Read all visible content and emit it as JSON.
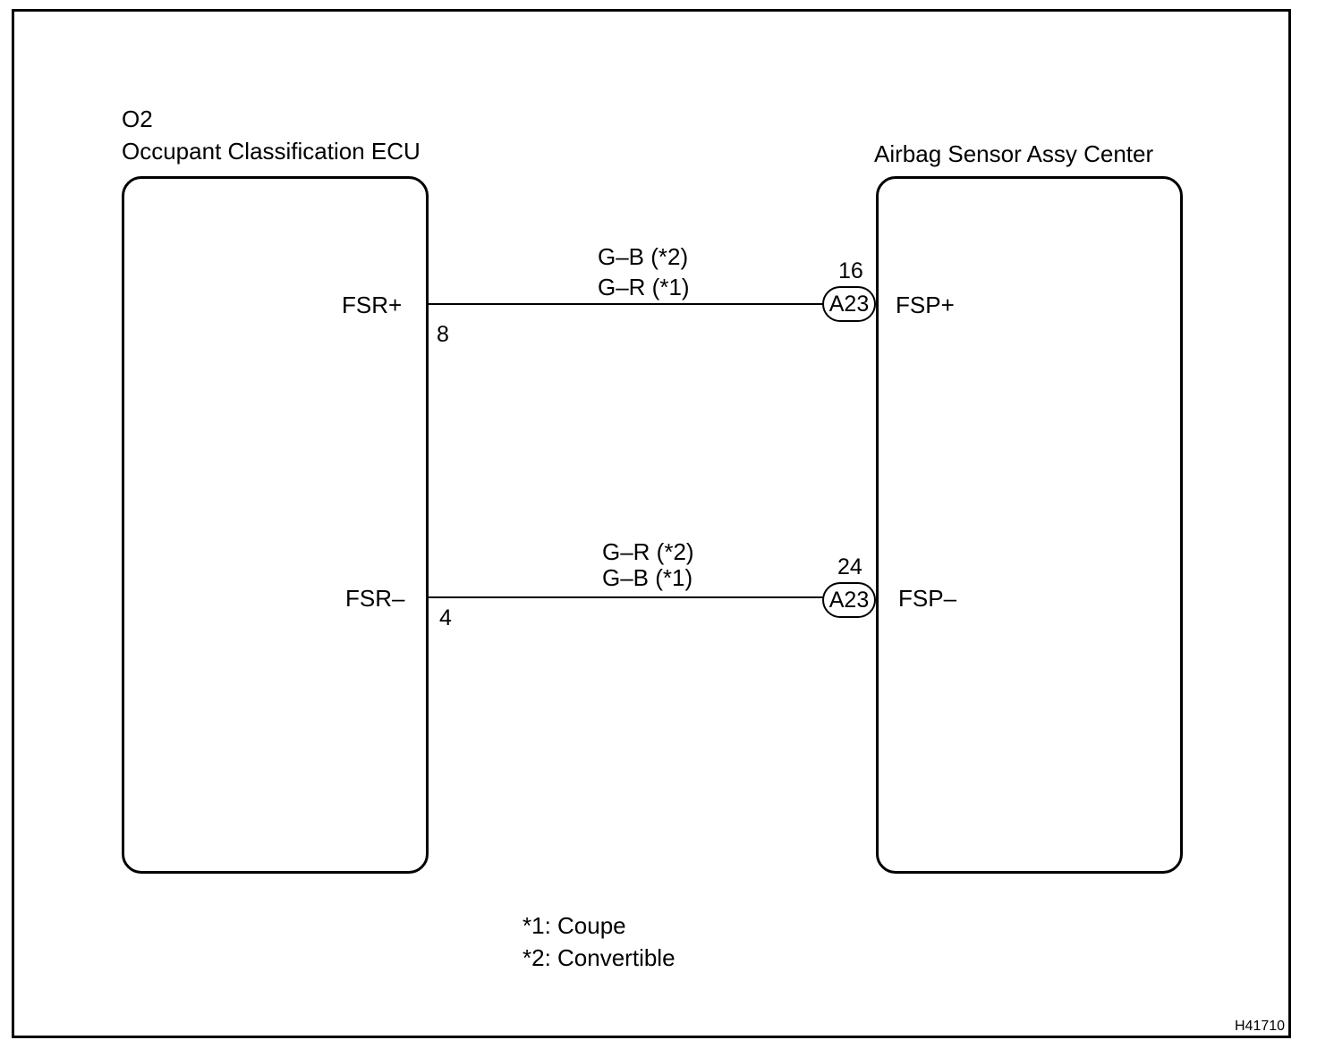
{
  "ecu_left": {
    "code": "O2",
    "name": "Occupant Classification ECU",
    "terminals": [
      {
        "label": "FSR+",
        "pin": "8"
      },
      {
        "label": "FSR–",
        "pin": "4"
      }
    ]
  },
  "ecu_right": {
    "name": "Airbag Sensor Assy Center",
    "terminals": [
      {
        "label": "FSP+",
        "pin": "16",
        "connector": "A23"
      },
      {
        "label": "FSP–",
        "pin": "24",
        "connector": "A23"
      }
    ]
  },
  "wires": [
    {
      "colors": [
        "G–B (*2)",
        "G–R (*1)"
      ]
    },
    {
      "colors": [
        "G–R (*2)",
        "G–B (*1)"
      ]
    }
  ],
  "notes": [
    "*1: Coupe",
    "*2: Convertible"
  ],
  "figure_code": "H41710"
}
